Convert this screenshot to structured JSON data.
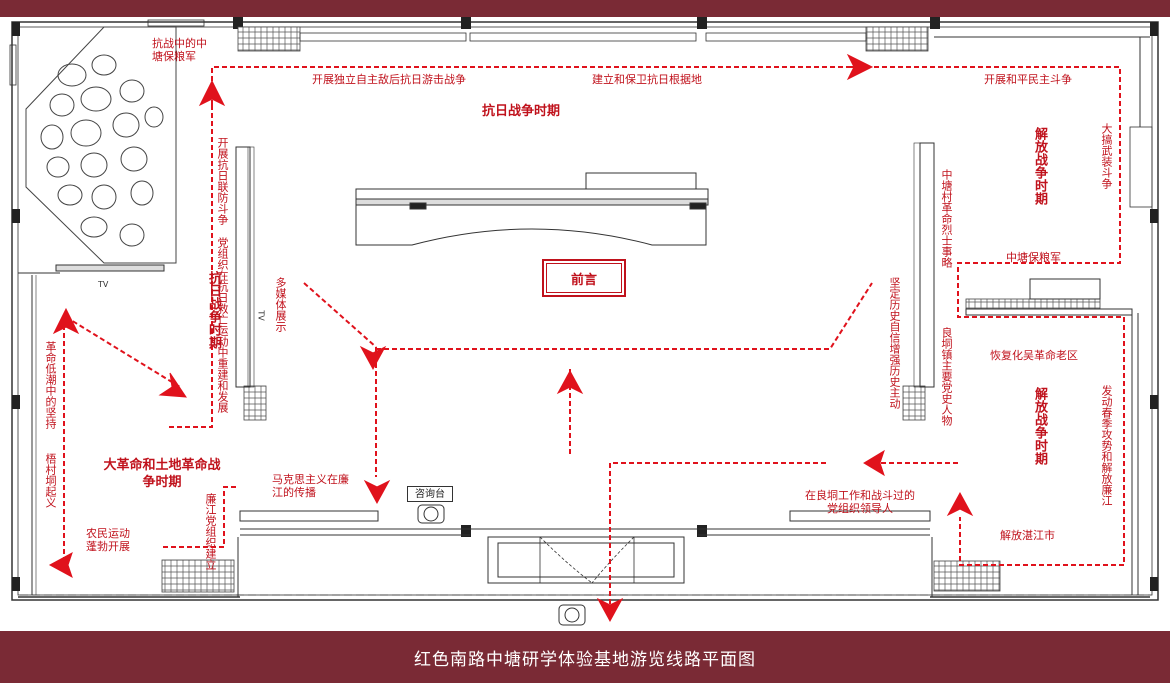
{
  "caption": "红色南路中塘研学体验基地游览线路平面图",
  "colors": {
    "frame": "#7a2a35",
    "route": "#e0121c",
    "text": "#c0121c",
    "wall": "#333333"
  },
  "foreword_label": "前言",
  "info_desk_label": "咨询台",
  "tv_label": "TV",
  "period_headings": {
    "anti_japanese_center": "抗日战争时期",
    "anti_japanese_left": "抗日战争时期",
    "liberation_upper": "解放战争时期",
    "liberation_lower": "解放战争时期",
    "great_revolution": "大革命和土地革命战争时期"
  },
  "route_labels": {
    "grain_corner": "抗战中的中塘保粮军",
    "guerrilla": "开展独立自主敌后抗日游击战争",
    "base_area": "建立和保卫抗日根据地",
    "peace_democracy": "开展和平民主斗争",
    "united_front": "开展抗日联防斗争",
    "party_org": "党组织在抗日救亡运动中重建和发展",
    "multimedia": "多媒体展示",
    "martyrs": "中塘村革命烈士事略",
    "armed_struggle": "大搞武装斗争",
    "grain_army": "中塘保粮军",
    "faith": "坚定历史自信增强历史主动",
    "party_figures": "良垌镇主要党史人物",
    "restore_area": "恢复化吴革命老区",
    "spring_offensive": "发动春季攻势和解放廉江",
    "low_tide": "革命低潮中的坚持",
    "meicun": "梧村垌起义",
    "peasant": "农民运动蓬勃开展",
    "marxism": "马克思主义在廉江的传播",
    "lianjiang_party": "廉江党组织建立",
    "leaders": "在良垌工作和战斗过的党组织领导人",
    "zhanjiang": "解放湛江市"
  }
}
